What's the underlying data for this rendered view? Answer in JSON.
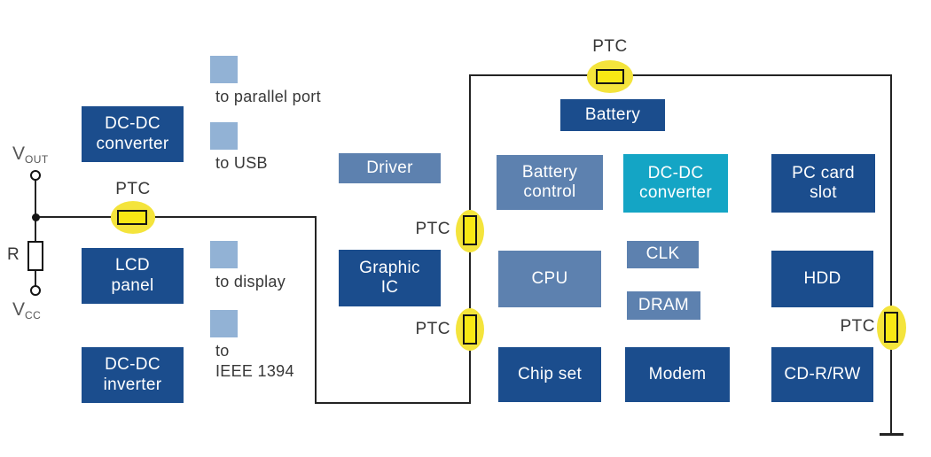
{
  "diagram": {
    "left_circuit": {
      "vout_base": "V",
      "vout_sub": "OUT",
      "vcc_base": "V",
      "vcc_sub": "CC",
      "resistor_label": "R"
    },
    "ptc_labels": [
      "PTC",
      "PTC",
      "PTC",
      "PTC",
      "PTC"
    ],
    "ports": [
      {
        "label": "to parallel port"
      },
      {
        "label": "to USB"
      },
      {
        "label": "to display"
      },
      {
        "label": "to\nIEEE 1394"
      }
    ],
    "blocks": {
      "dc_dc_converter_left": "DC-DC\nconverter",
      "lcd_panel": "LCD\npanel",
      "dc_dc_inverter": "DC-DC\ninverter",
      "driver": "Driver",
      "graphic_ic": "Graphic\nIC",
      "battery": "Battery",
      "battery_control": "Battery\ncontrol",
      "dc_dc_converter_right": "DC-DC\nconverter",
      "pc_card_slot": "PC card\nslot",
      "cpu": "CPU",
      "clk": "CLK",
      "dram": "DRAM",
      "hdd": "HDD",
      "chip_set": "Chip set",
      "modem": "Modem",
      "cd_r_rw": "CD-R/RW"
    },
    "colors": {
      "dark_blue": "#1b4d8d",
      "medium_blue": "#5d81af",
      "light_blue": "#92b2d5",
      "teal": "#14a5c5",
      "ptc_yellow": "#f8e814",
      "ptc_halo": "#f4e43c",
      "wire": "#232323",
      "label_text": "#383838",
      "block_text": "#ffffff"
    }
  }
}
